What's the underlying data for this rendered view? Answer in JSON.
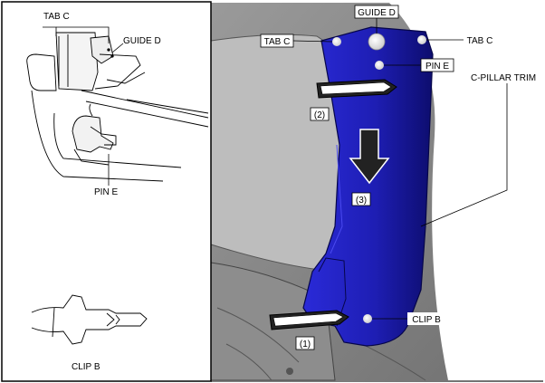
{
  "inset": {
    "labels": {
      "tab_c": "TAB C",
      "guide_d": "GUIDE D",
      "pin_e": "PIN E",
      "clip_b": "CLIP B"
    }
  },
  "main": {
    "labels": {
      "guide_d": "GUIDE D",
      "tab_c_left": "TAB C",
      "tab_c_right": "TAB C",
      "pin_e": "PIN E",
      "c_pillar_trim": "C-PILLAR TRIM",
      "clip_b": "CLIP B",
      "step_1": "(1)",
      "step_2": "(2)",
      "step_3": "(3)"
    }
  },
  "colors": {
    "trim_blue": "#1e1eb4",
    "trim_dark": "#0d0d6e",
    "body_grey": "#bdbdbd"
  }
}
